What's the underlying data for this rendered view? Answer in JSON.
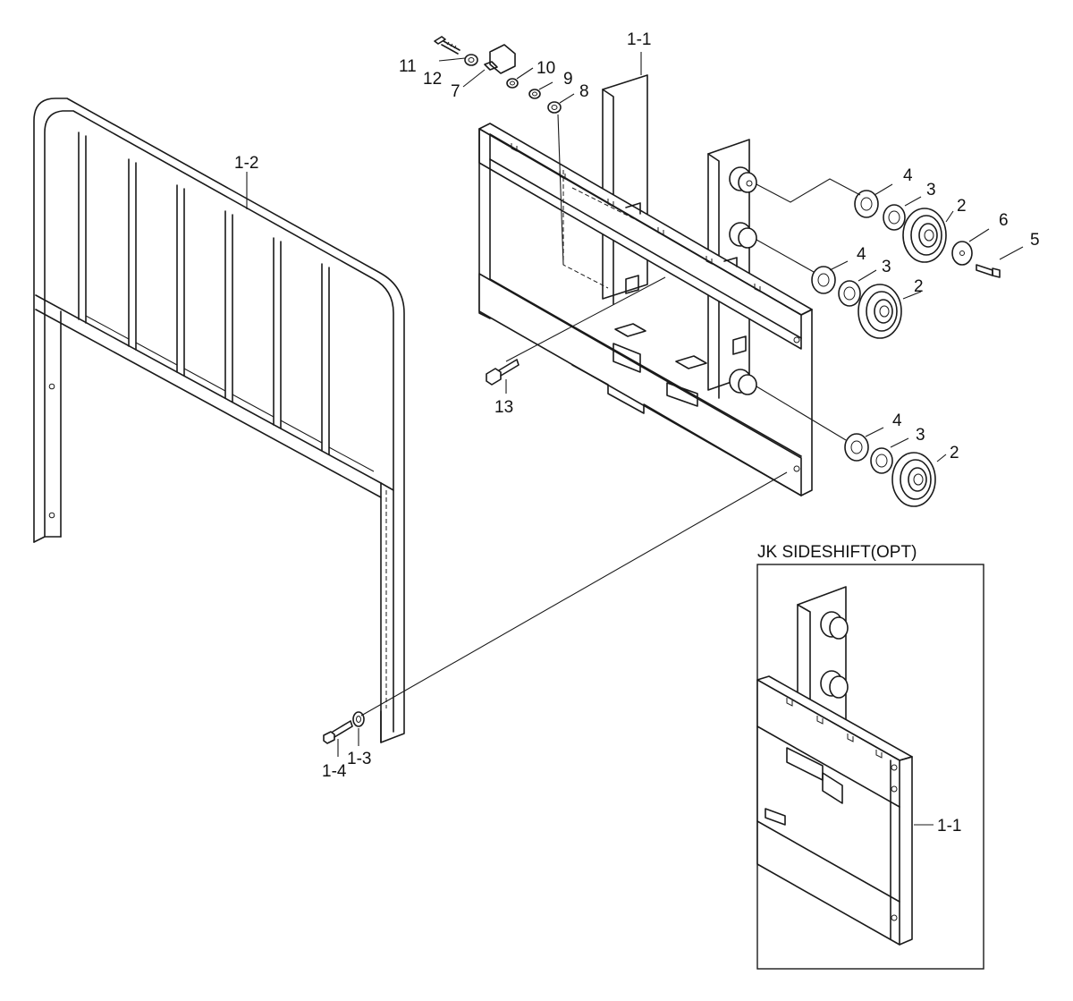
{
  "inset": {
    "title": "JK SIDESHIFT(OPT)"
  },
  "labels": {
    "p1_1": "1-1",
    "p1_2": "1-2",
    "p1_3": "1-3",
    "p1_4": "1-4",
    "p2": "2",
    "p3": "3",
    "p4": "4",
    "p5": "5",
    "p6": "6",
    "p7": "7",
    "p8": "8",
    "p9": "9",
    "p10": "10",
    "p11": "11",
    "p12": "12",
    "p13": "13",
    "inset_1_1": "1-1"
  }
}
